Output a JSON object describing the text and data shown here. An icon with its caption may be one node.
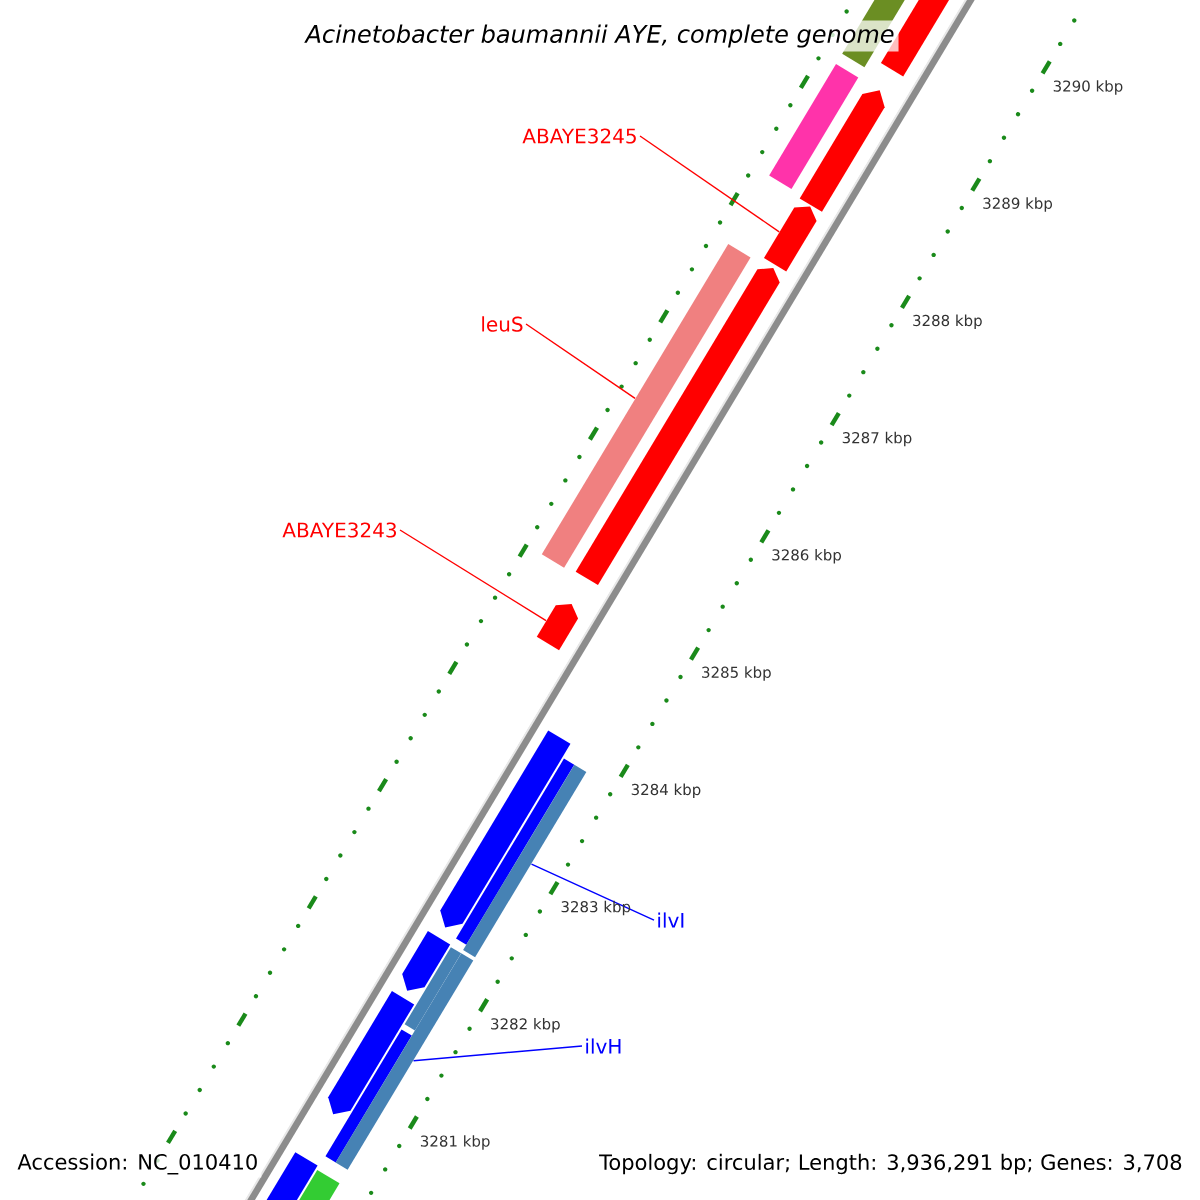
{
  "diagram": {
    "title": "Acinetobacter baumannii AYE, complete genome",
    "nodes": [
      {
        "text": [
          "ABAYE3245"
        ]
      },
      {
        "text": [],
        "shape": "arrow"
      },
      {
        "text": [
          "leuS"
        ]
      },
      {
        "text": [],
        "shape": "bar"
      },
      {
        "text": [
          "ABAYE3243"
        ]
      },
      {
        "text": [],
        "shape": "arrow"
      },
      {
        "text": [
          "ilvI"
        ]
      },
      {
        "text": [],
        "shape": "bar"
      },
      {
        "text": [
          "ilvH"
        ]
      },
      {
        "text": [],
        "shape": "bar"
      },
      {
        "text": [],
        "shape": "arrow"
      }
    ],
    "edges": [
      {
        "from": 0,
        "to": 1,
        "arrow": "none"
      },
      {
        "from": 2,
        "to": 3,
        "arrow": "none"
      },
      {
        "from": 4,
        "to": 5,
        "arrow": "none"
      },
      {
        "from": 6,
        "to": 7,
        "arrow": "none",
        "color": "#0000ff"
      },
      {
        "from": 8,
        "to": 9,
        "arrow": "none",
        "color": "#0000ff"
      }
    ],
    "labels": [
      "3290 kbp",
      "3289 kbp",
      "3288 kbp",
      "3287 kbp",
      "3286 kbp",
      "3285 kbp",
      "3284 kbp",
      "3283 kbp",
      "3282 kbp",
      "3281 kbp",
      "Accession: NC_010410",
      "Topology: circular; Length: 3,936,291 bp; Genes: 3,708"
    ]
  }
}
